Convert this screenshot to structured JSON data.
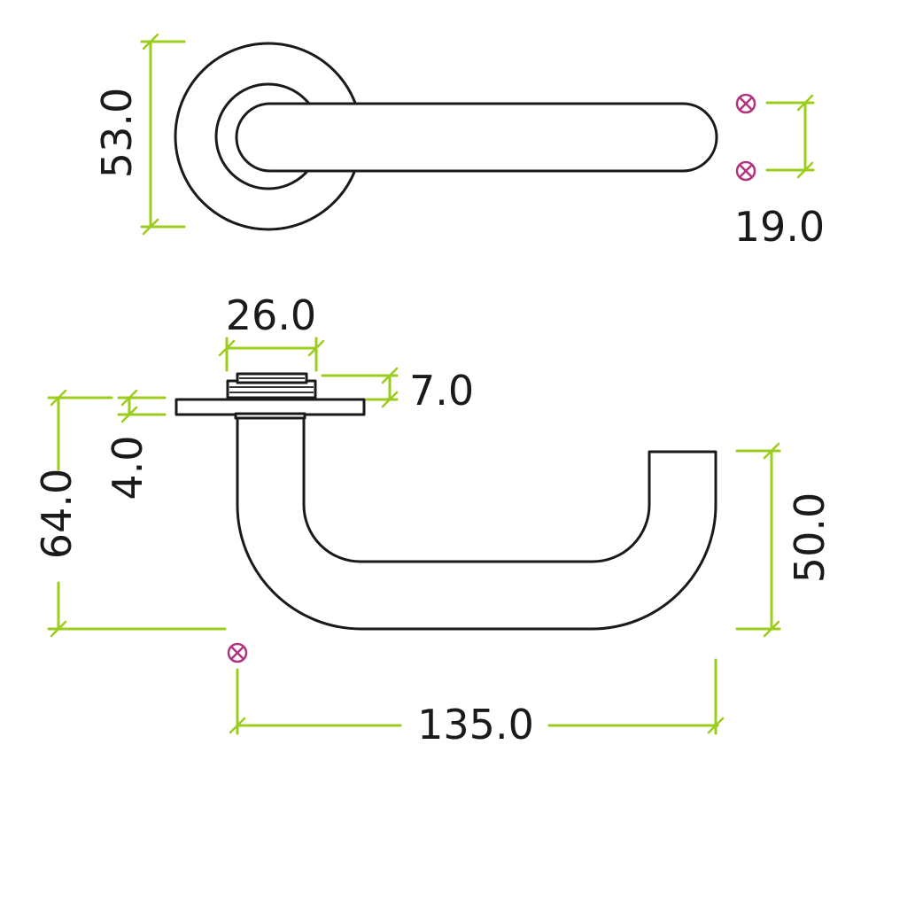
{
  "dimensions": {
    "rose_diameter": "53.0",
    "lever_width": "19.0",
    "spindle_width": "26.0",
    "spindle_height": "7.0",
    "rose_thickness": "4.0",
    "total_height": "64.0",
    "lever_drop": "50.0",
    "projection": "135.0"
  },
  "colors": {
    "outline": "#1a1a1a",
    "dimension_line": "#9ccc1c",
    "reference_mark": "#b0347f"
  },
  "icons": {
    "reference_mark": "circled-x-icon"
  }
}
